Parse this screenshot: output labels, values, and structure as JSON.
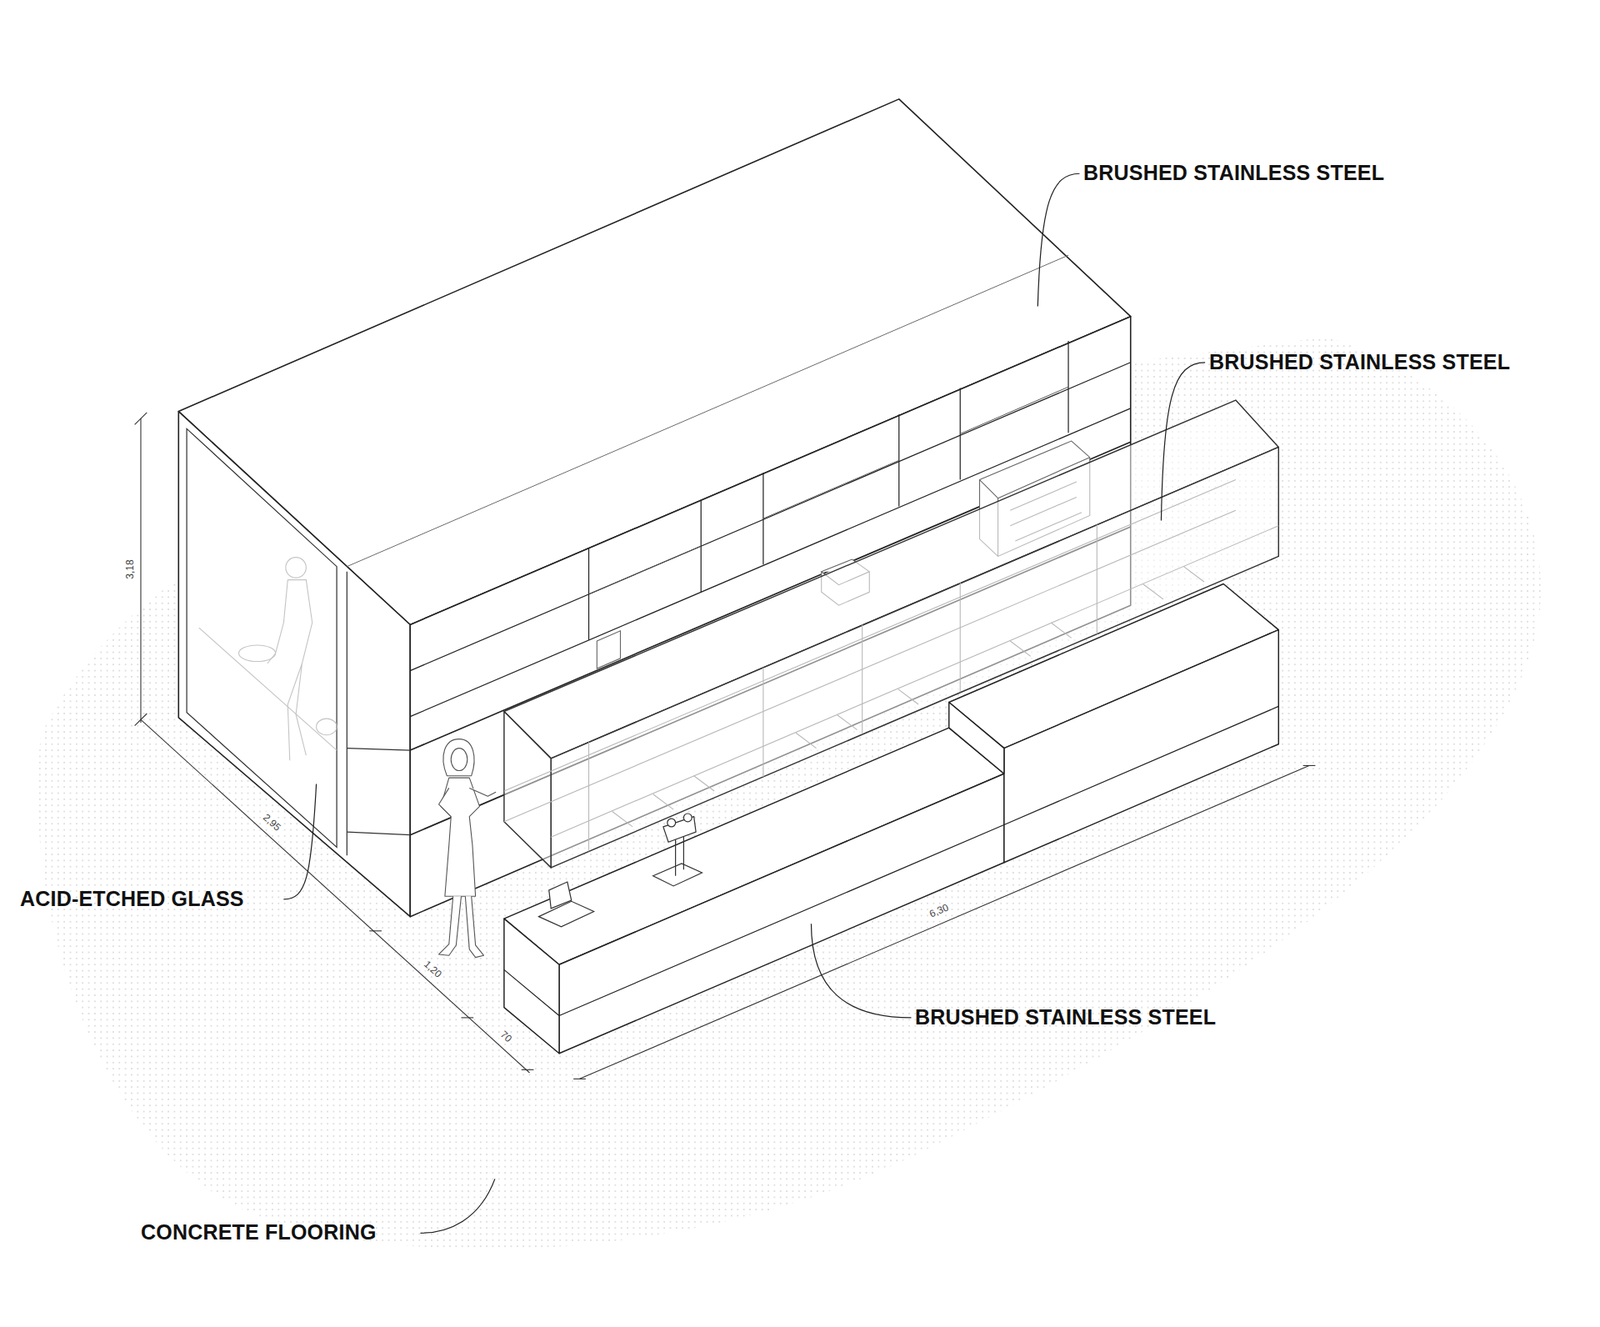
{
  "diagram": {
    "labels": [
      "BRUSHED STAINLESS STEEL",
      "BRUSHED STAINLESS STEEL",
      "BRUSHED STAINLESS STEEL",
      "ACID-ETCHED GLASS",
      "CONCRETE FLOORING",
      "3,18",
      "2,95",
      "1,20",
      "70",
      "6,30"
    ]
  }
}
